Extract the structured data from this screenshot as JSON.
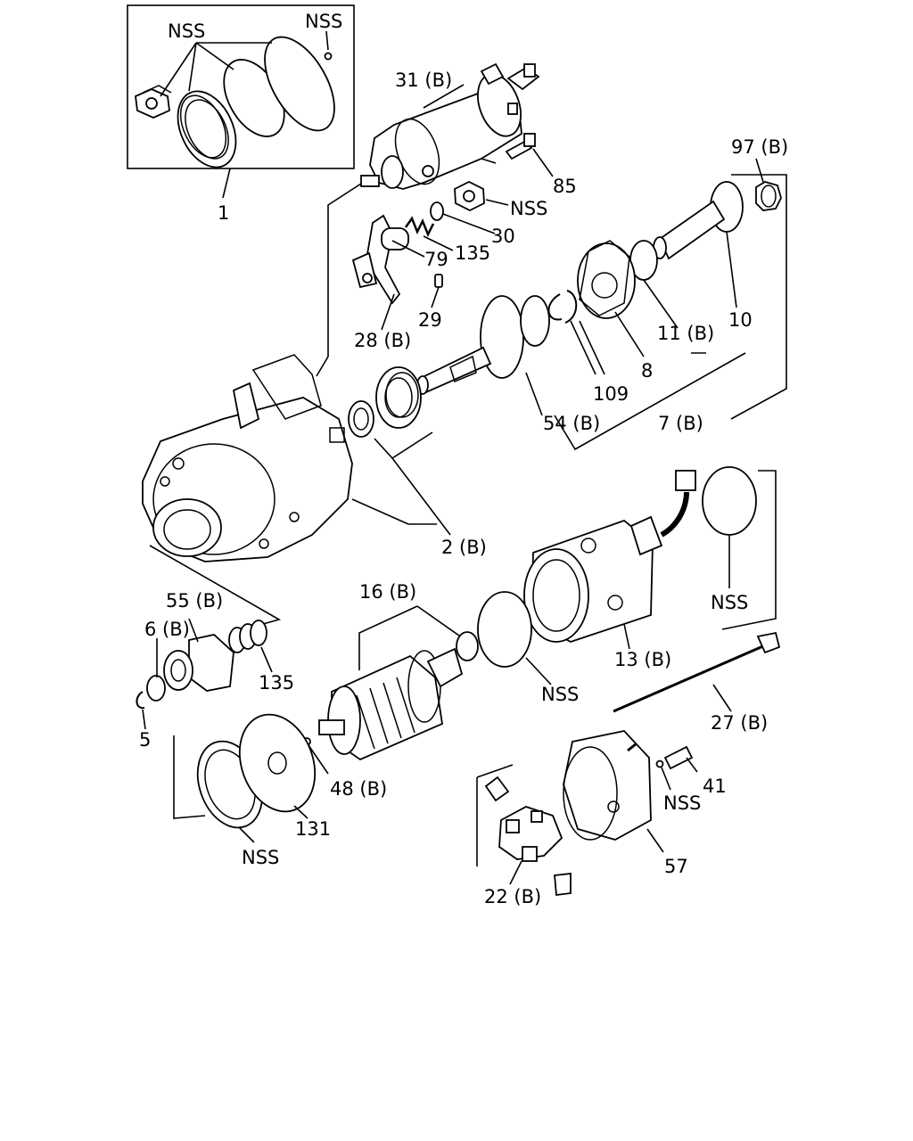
{
  "labels": {
    "l1": "1",
    "nss_kit_a": "NSS",
    "nss_kit_b": "NSS",
    "l31": "31 (B)",
    "l85": "85",
    "nss_nut": "NSS",
    "l30": "30",
    "l135a": "135",
    "l79": "79",
    "l29": "29",
    "l28": "28 (B)",
    "l97": "97 (B)",
    "l10": "10",
    "l11": "11 (B)",
    "l8": "8",
    "l109": "109",
    "l7": "7 (B)",
    "l54": "54 (B)",
    "l2": "2 (B)",
    "nss_oring_right": "NSS",
    "l55": "55 (B)",
    "l6": "6 (B)",
    "l135b": "135",
    "l5": "5",
    "l16": "16 (B)",
    "nss_oring_mid": "NSS",
    "l13": "13 (B)",
    "l27": "27 (B)",
    "l48": "48 (B)",
    "l131": "131",
    "nss_seal": "NSS",
    "l41": "41",
    "nss_washer": "NSS",
    "l57": "57",
    "l22": "22 (B)"
  }
}
